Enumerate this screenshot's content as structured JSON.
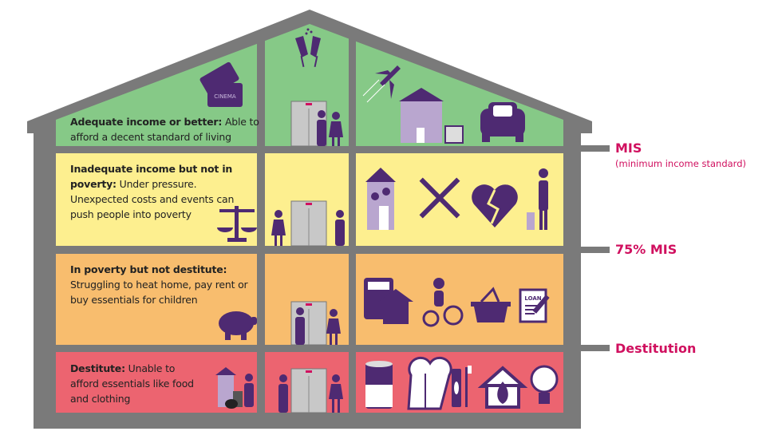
{
  "colors": {
    "wall": "#7a7a7a",
    "green": "#86c987",
    "yellow": "#fdef8f",
    "orange": "#f8bd6e",
    "red": "#ec6470",
    "purple": "#4e2a72",
    "accent": "#d0105f"
  },
  "levels": [
    {
      "title": "Adequate income or better:",
      "desc": "Able to afford a decent standard of living"
    },
    {
      "title": "Inadequate income but not in poverty:",
      "desc": "Under pressure. Unexpected costs and events can push people into poverty"
    },
    {
      "title": "In poverty but not destitute:",
      "desc": "Struggling to heat home, pay rent or buy essentials for children"
    },
    {
      "title": "Destitute:",
      "desc": "Unable to afford essentials like food and clothing"
    }
  ],
  "thresholds": {
    "mis": "MIS",
    "mis_sub": "(minimum income standard)",
    "mis75": "75% MIS",
    "destitution": "Destitution"
  },
  "icon_text": {
    "cinema": "CINEMA",
    "loan": "LOAN"
  },
  "icons": [
    "cinema-tickets-icon",
    "champagne-icon",
    "plane-icon",
    "house-icon",
    "car-icon",
    "scales-icon",
    "leaking-house-icon",
    "tools-icon",
    "broken-heart-icon",
    "injured-person-icon",
    "piggy-bank-icon",
    "calculator-house-icon",
    "child-bike-icon",
    "basket-icon",
    "loan-icon",
    "homeless-icon",
    "can-icon",
    "hoodie-icon",
    "toothpaste-icon",
    "heating-icon",
    "lightbulb-icon",
    "lift-icon",
    "people-icon"
  ]
}
